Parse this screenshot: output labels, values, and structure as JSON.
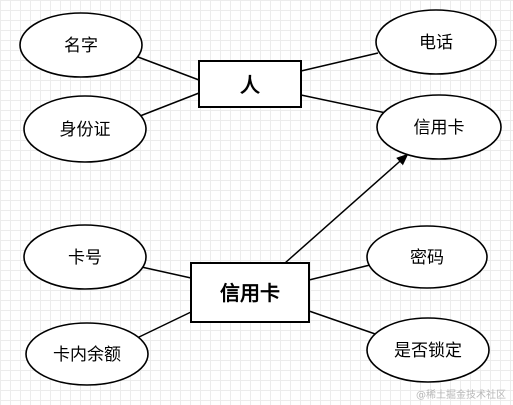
{
  "entities": {
    "person": "人",
    "credit_card": "信用卡"
  },
  "attributes": {
    "name": "名字",
    "id_card": "身份证",
    "phone": "电话",
    "person_credit_card": "信用卡",
    "card_number": "卡号",
    "card_balance": "卡内余额",
    "password": "密码",
    "locked": "是否锁定"
  },
  "watermark": "@稀土掘金技术社区"
}
